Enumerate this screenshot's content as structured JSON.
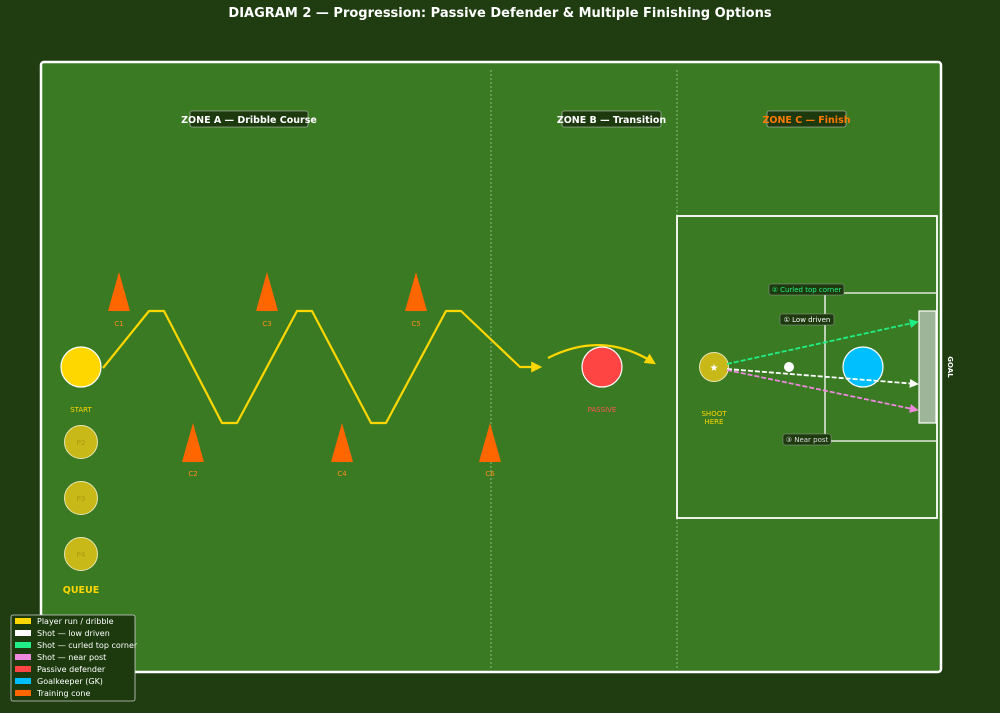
{
  "title": "DIAGRAM 2 — Progression: Passive Defender & Multiple Finishing Options",
  "zones": [
    {
      "label": "ZONE A — Dribble Course",
      "color": "#ffffff"
    },
    {
      "label": "ZONE B — Transition",
      "color": "#ffffff"
    },
    {
      "label": "ZONE C — Finish",
      "color": "#ff7a00"
    }
  ],
  "cones": [
    {
      "label": "C1",
      "row": "top"
    },
    {
      "label": "C2",
      "row": "bottom"
    },
    {
      "label": "C3",
      "row": "top"
    },
    {
      "label": "C4",
      "row": "bottom"
    },
    {
      "label": "C5",
      "row": "top"
    },
    {
      "label": "C6",
      "row": "bottom"
    }
  ],
  "players": {
    "start_label": "START",
    "queue": [
      "P2",
      "P3",
      "P4"
    ],
    "queue_label": "QUEUE",
    "defender_label": "PASSIVE",
    "shoot_label_1": "SHOOT",
    "shoot_label_2": "HERE"
  },
  "shots": [
    {
      "label": "② Curled top corner",
      "color": "#22ee88"
    },
    {
      "label": "① Low driven",
      "color": "#ffffff"
    },
    {
      "label": "③ Near post",
      "color": "#ee88dd"
    }
  ],
  "goal_label": "GOAL",
  "legend": [
    {
      "label": "Player run / dribble",
      "color": "#ffd700"
    },
    {
      "label": "Shot — low driven",
      "color": "#ffffff"
    },
    {
      "label": "Shot — curled top corner",
      "color": "#22ee88"
    },
    {
      "label": "Shot — near post",
      "color": "#ee88dd"
    },
    {
      "label": "Passive defender",
      "color": "#ff4444"
    },
    {
      "label": "Goalkeeper (GK)",
      "color": "#00bfff"
    },
    {
      "label": "Training cone",
      "color": "#ff6600"
    }
  ],
  "colors": {
    "pitch": "#3a7a23",
    "background": "#1f3d10",
    "player": "#ffd700",
    "queue_player": "#c8b818",
    "defender": "#ff4444",
    "goalkeeper": "#00bfff",
    "cone": "#ff6600"
  }
}
